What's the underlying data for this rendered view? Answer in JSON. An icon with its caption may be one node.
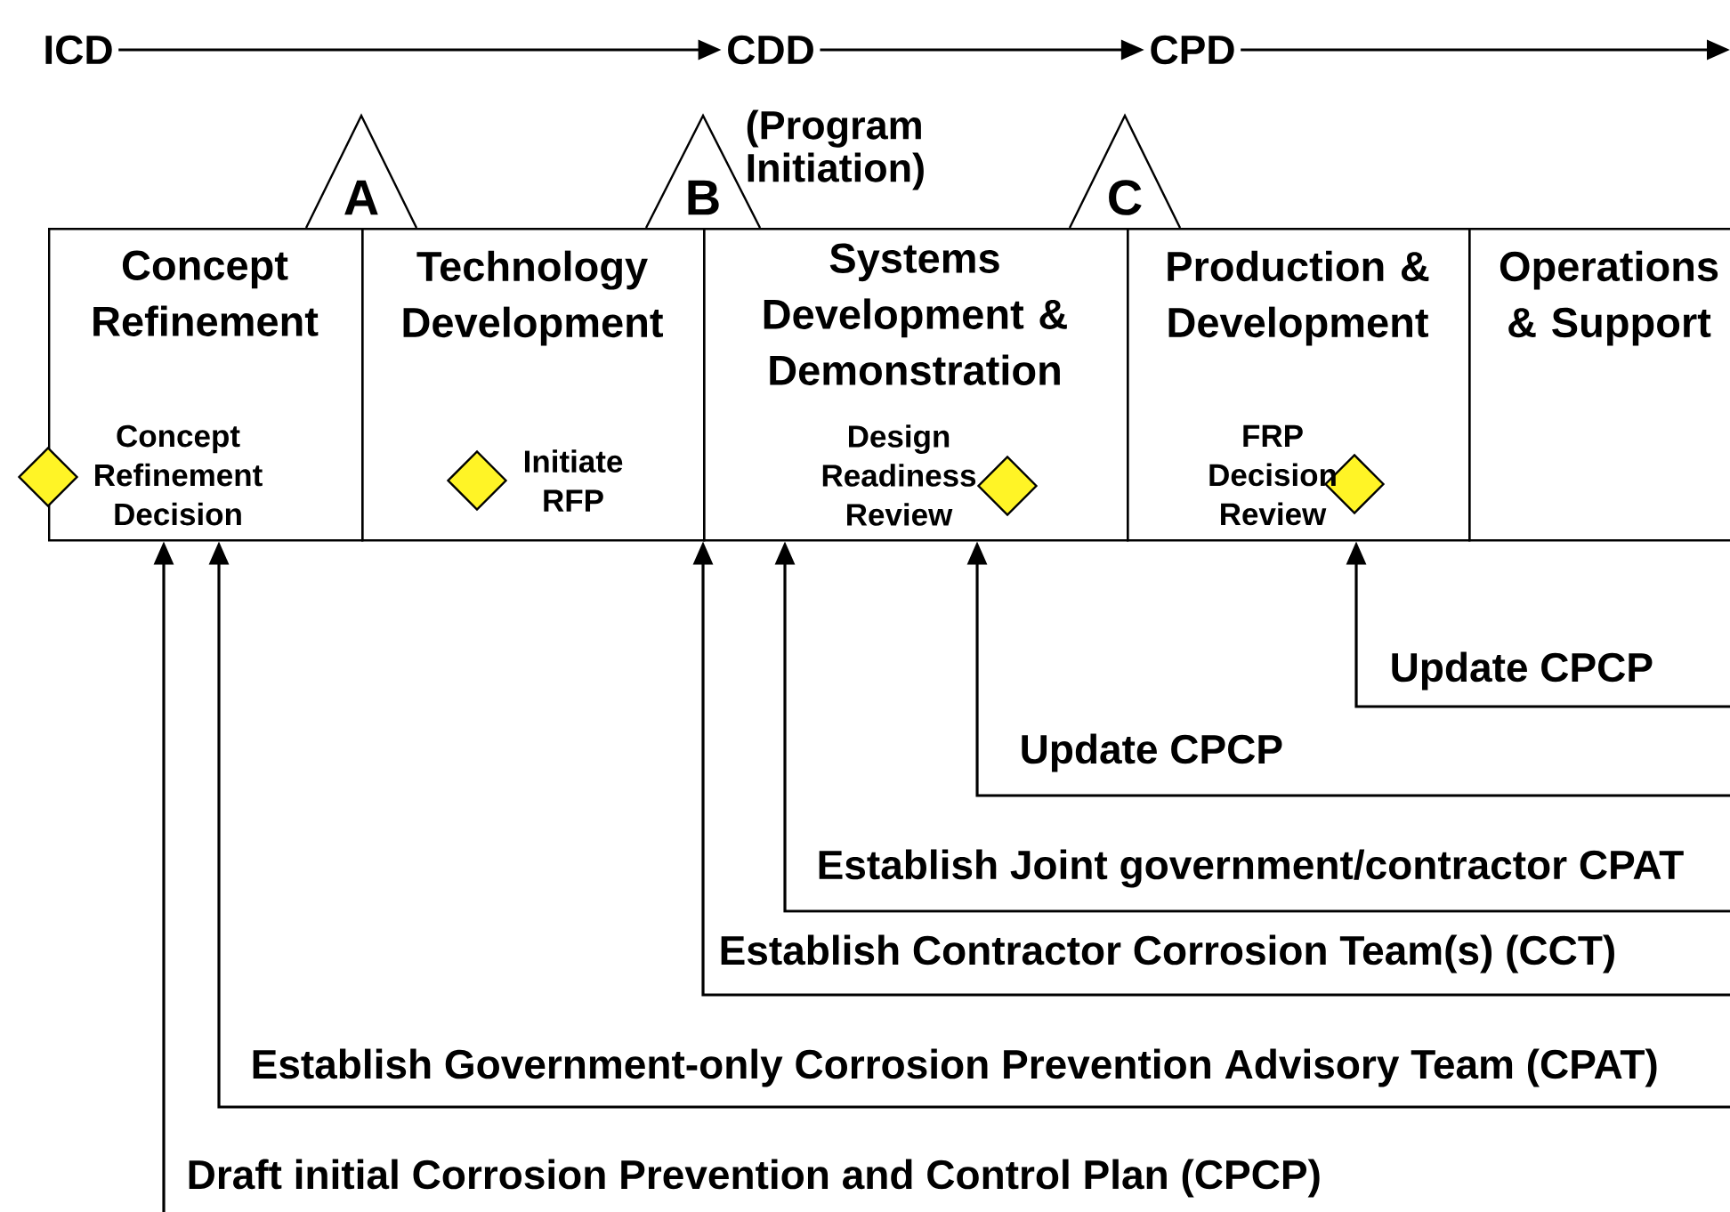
{
  "diagram": {
    "nodes": [
      {
        "text": [
          "ICD"
        ]
      },
      {
        "text": [
          "CDD"
        ]
      },
      {
        "text": [
          "CPD"
        ]
      },
      {
        "text": [
          "A"
        ]
      },
      {
        "text": [
          "B"
        ]
      },
      {
        "text": [
          "C"
        ]
      },
      {
        "text": [
          "Concept Refinement"
        ]
      },
      {
        "text": [
          "Technology Development"
        ]
      },
      {
        "text": [
          "Systems Development & Demonstration"
        ]
      },
      {
        "text": [
          "Production & Development"
        ]
      },
      {
        "text": [
          "Operations & Support"
        ]
      },
      {
        "text": [],
        "shape": "diamond"
      },
      {
        "text": [],
        "shape": "diamond",
        "in": 7
      },
      {
        "text": [],
        "shape": "diamond",
        "in": 8
      },
      {
        "text": [],
        "shape": "diamond",
        "in": 9
      }
    ],
    "edges": [
      {
        "from": 0,
        "to": 1,
        "arrow": "to"
      },
      {
        "from": 1,
        "to": 2,
        "arrow": "to"
      },
      {
        "from": 2,
        "to": null,
        "arrow": "to"
      },
      {
        "from": null,
        "to": 9,
        "arrow": "to",
        "label": "Update CPCP"
      },
      {
        "from": null,
        "to": 8,
        "arrow": "to",
        "label": "Update CPCP"
      },
      {
        "from": null,
        "to": 8,
        "arrow": "to",
        "label": "Establish Joint government/contractor CPAT"
      },
      {
        "from": null,
        "to": 8,
        "arrow": "to",
        "label": "Establish Contractor Corrosion Team(s) (CCT)"
      },
      {
        "from": null,
        "to": 6,
        "arrow": "to",
        "label": "Establish Government-only Corrosion Prevention Advisory Team (CPAT)"
      },
      {
        "from": null,
        "to": 6,
        "arrow": "to",
        "label": "Draft initial Corrosion Prevention and Control Plan (CPCP)"
      }
    ],
    "labels": [
      "(Program Initiation)",
      "Concept Refinement Decision",
      "Initiate RFP",
      "Design Readiness Review",
      "FRP Decision Review"
    ]
  }
}
